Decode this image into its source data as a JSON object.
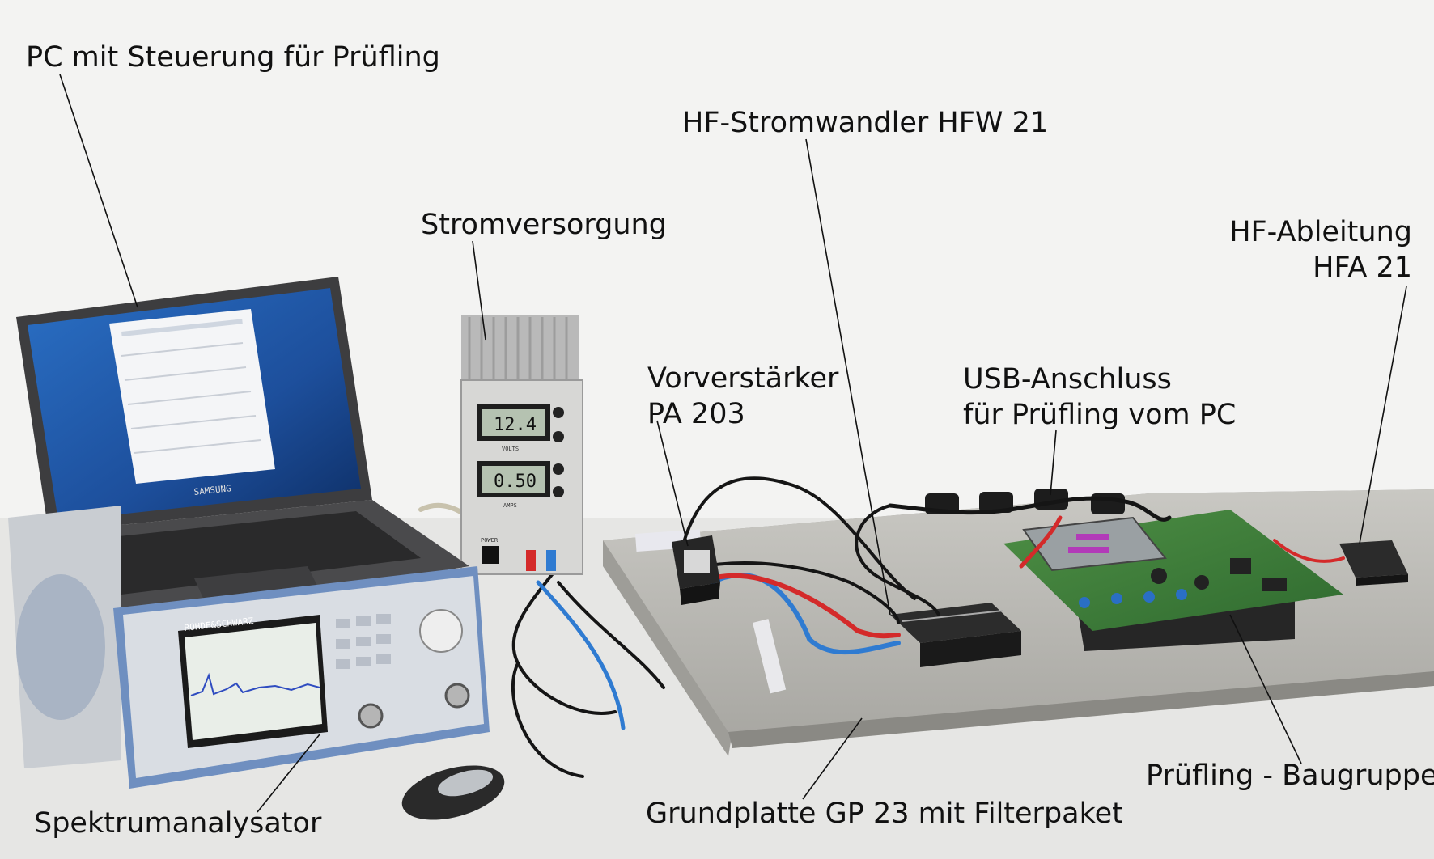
{
  "labels": {
    "pc": "PC mit Steuerung für Prüfling",
    "hfw": "HF-Stromwandler HFW 21",
    "power": "Stromversorgung",
    "hfa_line1": "HF-Ableitung",
    "hfa_line2": "HFA 21",
    "pa_line1": "Vorverstärker",
    "pa_line2": "PA 203",
    "usb_line1": "USB-Anschluss",
    "usb_line2": "für Prüfling vom PC",
    "dut": "Prüfling - Baugruppe",
    "plate": "Grundplatte GP 23 mit Filterpaket",
    "analyzer": "Spektrumanalysator"
  },
  "devices": {
    "laptop_brand": "SAMSUNG",
    "psu_volts": "12.4",
    "psu_amps": "0.50",
    "psu_volts_caption": "VOLTS",
    "psu_amps_caption": "AMPS",
    "psu_power_caption": "POWER",
    "analyzer_brand": "ROHDE&SCHWARZ"
  },
  "colors": {
    "background": "#f2f2f1",
    "plate": "#b7b6b1",
    "pcb": "#3f7d3a",
    "cable_red": "#d42a2a",
    "cable_blue": "#2f7bd1"
  }
}
